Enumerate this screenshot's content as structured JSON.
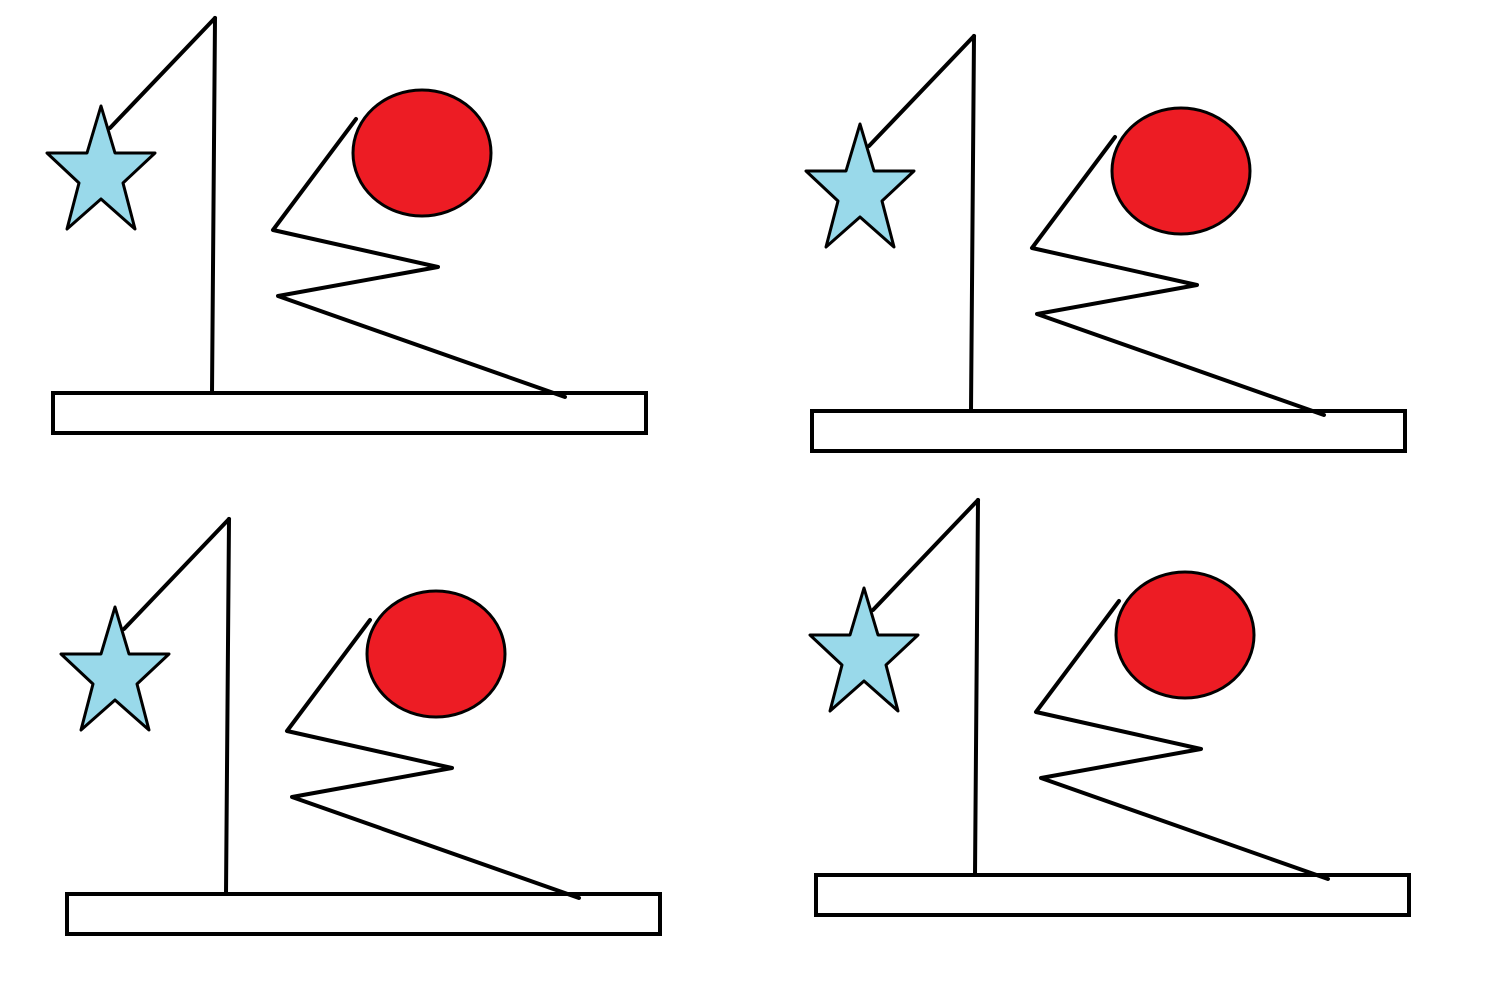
{
  "colors": {
    "background": "#ffffff",
    "stroke": "#000000",
    "ball": "#ed1c24",
    "star": "#99d9ea",
    "base": "#ffffff"
  },
  "panels": [
    {
      "id": "panel-1",
      "elements": [
        "star",
        "pole",
        "arm",
        "ball",
        "zigzag",
        "base"
      ]
    },
    {
      "id": "panel-2",
      "elements": [
        "star",
        "pole",
        "arm",
        "ball",
        "zigzag",
        "base"
      ]
    },
    {
      "id": "panel-3",
      "elements": [
        "star",
        "pole",
        "arm",
        "ball",
        "zigzag",
        "base"
      ]
    },
    {
      "id": "panel-4",
      "elements": [
        "star",
        "pole",
        "arm",
        "ball",
        "zigzag",
        "base"
      ]
    }
  ]
}
